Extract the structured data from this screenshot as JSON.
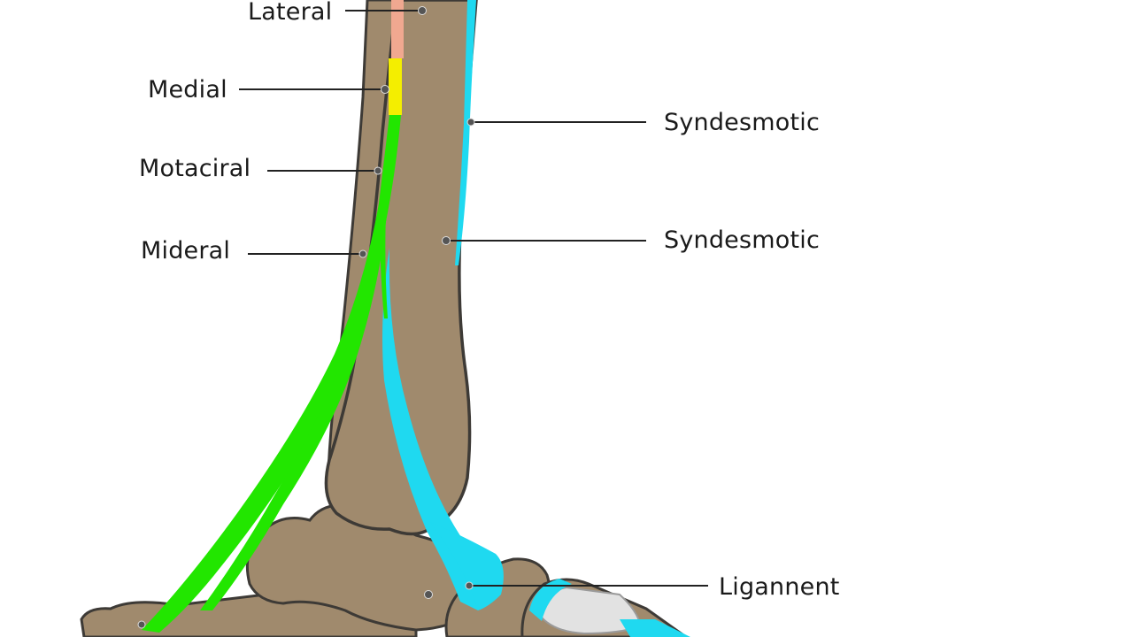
{
  "labels": {
    "lateral": "Lateral",
    "medial": "Medial",
    "motaciral": "Motaciral",
    "mideral": "Mideral",
    "syndesmotic_upper": "Syndesmotic",
    "syndesmotic_lower": "Syndesmotic",
    "ligannent": "Ligannent"
  },
  "colors": {
    "bone": "#a08a6d",
    "bone_outline": "#3d3a36",
    "ligament_green": "#22e600",
    "ligament_cyan": "#1fd9f0",
    "ligament_yellow": "#f4ee00",
    "ligament_pink": "#f0a890",
    "cartilage_grey": "#e2e2e2",
    "leader_line": "#222222",
    "marker": "#555555"
  }
}
